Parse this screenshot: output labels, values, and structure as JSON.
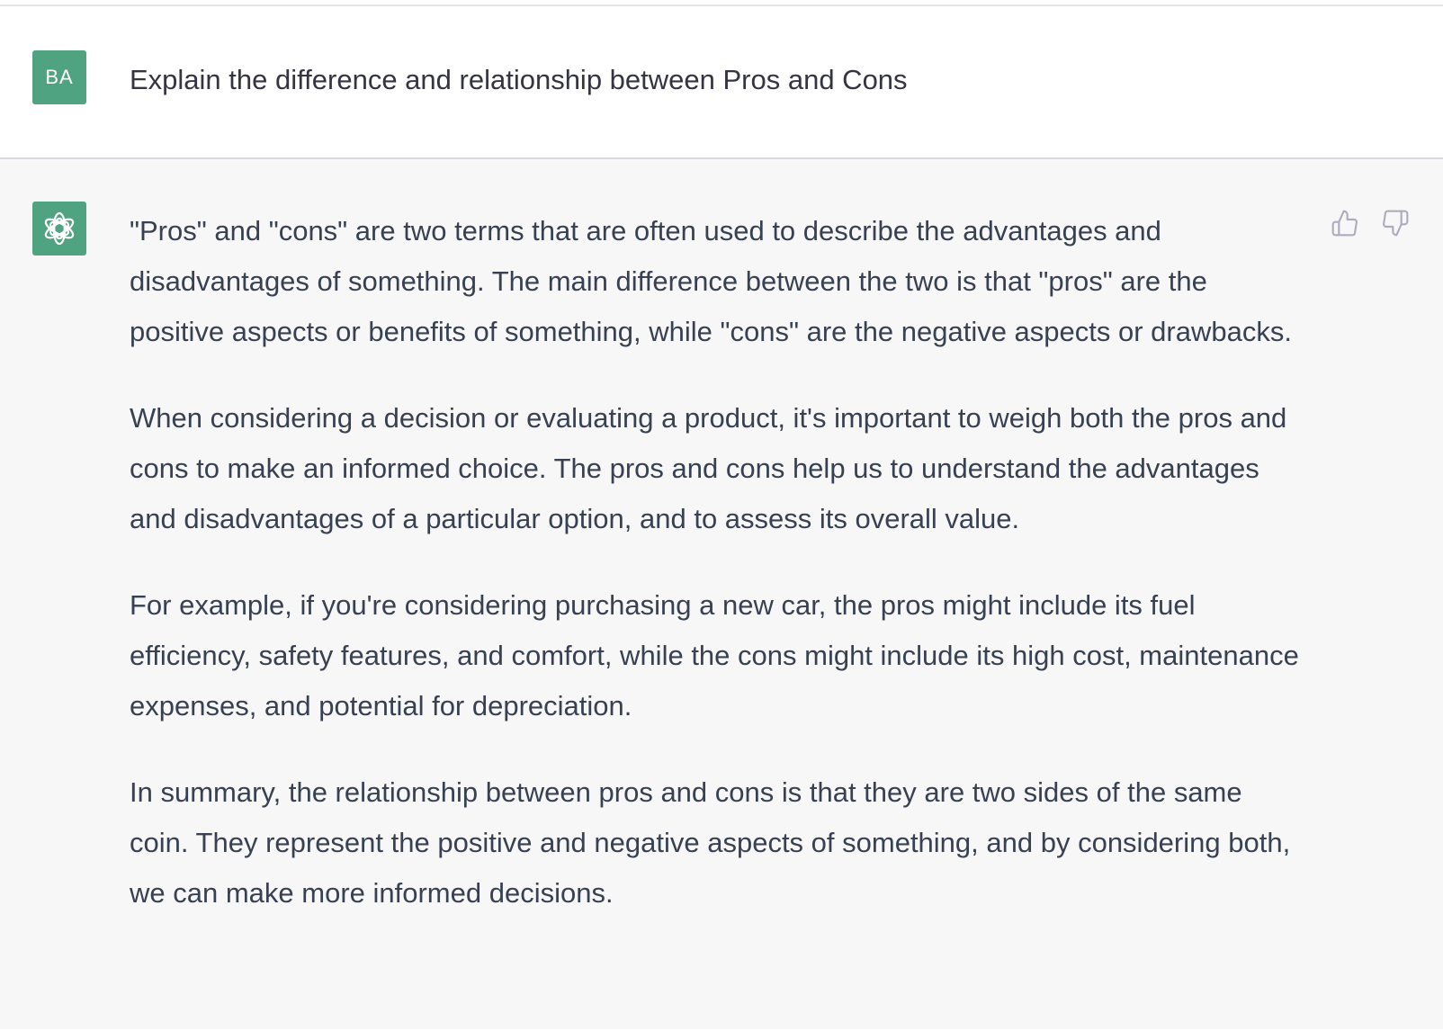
{
  "user_message": {
    "avatar_initials": "BA",
    "text": "Explain the difference and relationship between Pros and Cons"
  },
  "assistant_message": {
    "avatar_icon": "openai-logo-icon",
    "paragraphs": [
      "\"Pros\" and \"cons\" are two terms that are often used to describe the advantages and disadvantages of something. The main difference between the two is that \"pros\" are the positive aspects or benefits of something, while \"cons\" are the negative aspects or drawbacks.",
      "When considering a decision or evaluating a product, it's important to weigh both the pros and cons to make an informed choice. The pros and cons help us to understand the advantages and disadvantages of a particular option, and to assess its overall value.",
      "For example, if you're considering purchasing a new car, the pros might include its fuel efficiency, safety features, and comfort, while the cons might include its high cost, maintenance expenses, and potential for depreciation.",
      "In summary, the relationship between pros and cons is that they are two sides of the same coin. They represent the positive and negative aspects of something, and by considering both, we can make more informed decisions."
    ],
    "feedback": {
      "thumbs_up_icon": "thumbs-up-icon",
      "thumbs_down_icon": "thumbs-down-icon"
    }
  },
  "colors": {
    "avatar_bg": "#4fa381",
    "assistant_bg": "#f7f7f8",
    "text": "#374151",
    "icon": "#acacbe"
  }
}
